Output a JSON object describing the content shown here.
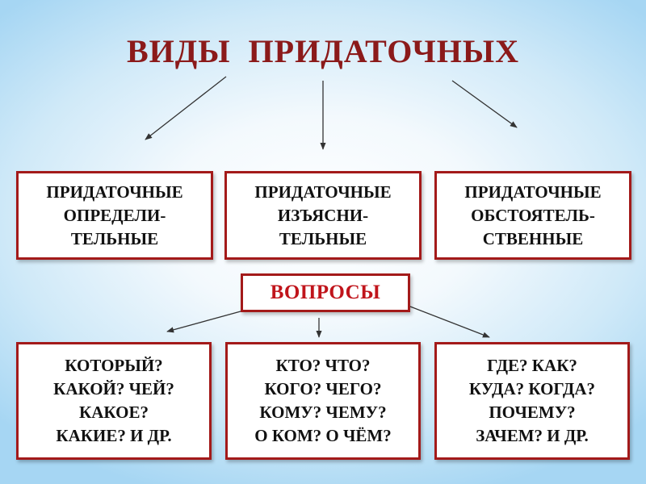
{
  "title": "ВИДЫ  ПРИДАТОЧНЫХ",
  "types": [
    {
      "lines": [
        "ПРИДАТОЧНЫЕ",
        "ОПРЕДЕЛИ-",
        "ТЕЛЬНЫЕ"
      ]
    },
    {
      "lines": [
        "ПРИДАТОЧНЫЕ",
        "ИЗЪЯСНИ-",
        "ТЕЛЬНЫЕ"
      ]
    },
    {
      "lines": [
        "ПРИДАТОЧНЫЕ",
        "ОБСТОЯТЕЛЬ-",
        "СТВЕННЫЕ"
      ]
    }
  ],
  "questions_label": "ВОПРОСЫ",
  "question_groups": [
    {
      "lines": [
        "КОТОРЫЙ?",
        "КАКОЙ? ЧЕЙ?",
        "КАКОЕ?",
        "КАКИЕ? И ДР."
      ]
    },
    {
      "lines": [
        "КТО? ЧТО?",
        "КОГО? ЧЕГО?",
        "КОМУ? ЧЕМУ?",
        "О КОМ? О ЧЁМ?"
      ]
    },
    {
      "lines": [
        "ГДЕ? КАК?",
        "КУДА? КОГДА?",
        "ПОЧЕМУ?",
        "ЗАЧЕМ? И ДР."
      ]
    }
  ],
  "colors": {
    "title": "#8b1a1a",
    "border": "#a31a1a",
    "questions_text": "#c0141b",
    "arrow": "#333333"
  }
}
